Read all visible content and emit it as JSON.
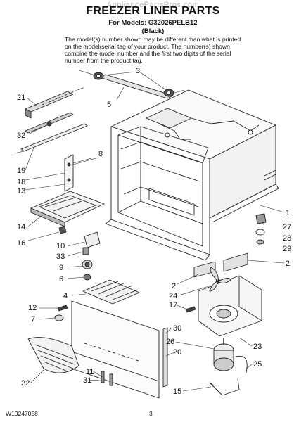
{
  "header": {
    "watermark": "AppliancePartsPros.com",
    "title": "FREEZER LINER PARTS",
    "models": "For Models: G32026PELB12",
    "variant": "(Black)",
    "note": "The model(s) number shown may be different than what is printed on the model/serial tag of your product. The number(s) shown combine the model number and the first two digits of the serial number from the product tag."
  },
  "callouts": [
    "3",
    "5",
    "21",
    "32",
    "8",
    "19",
    "18",
    "13",
    "1",
    "27",
    "28",
    "29",
    "14",
    "16",
    "10",
    "33",
    "9",
    "6",
    "2",
    "2",
    "24",
    "4",
    "17",
    "12",
    "7",
    "30",
    "26",
    "20",
    "23",
    "22",
    "11",
    "31",
    "15",
    "25"
  ],
  "footer": {
    "doc_number": "W10247058",
    "page": "3"
  }
}
